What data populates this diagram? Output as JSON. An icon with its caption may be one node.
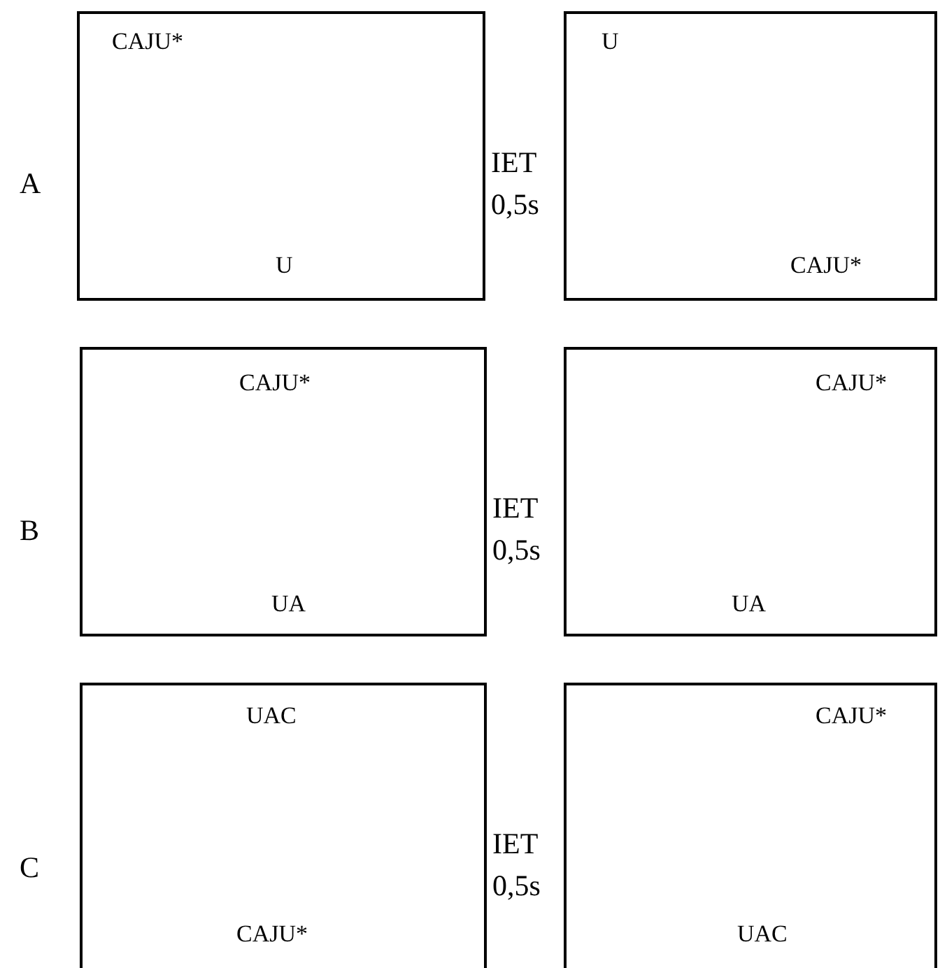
{
  "diagram": {
    "nodes": [
      {
        "text": [
          "CAJU*",
          "U"
        ]
      },
      {
        "text": [
          "U",
          "CAJU*"
        ]
      },
      {
        "text": [
          "CAJU*",
          "UA"
        ]
      },
      {
        "text": [
          "CAJU*",
          "UA"
        ]
      },
      {
        "text": [
          "UAC",
          "CAJU*"
        ]
      },
      {
        "text": [
          "CAJU*",
          "UAC"
        ]
      }
    ],
    "labels": [
      "A",
      "IET 0,5s",
      "B",
      "IET 0,5s",
      "C",
      "IET 0,5s"
    ]
  }
}
